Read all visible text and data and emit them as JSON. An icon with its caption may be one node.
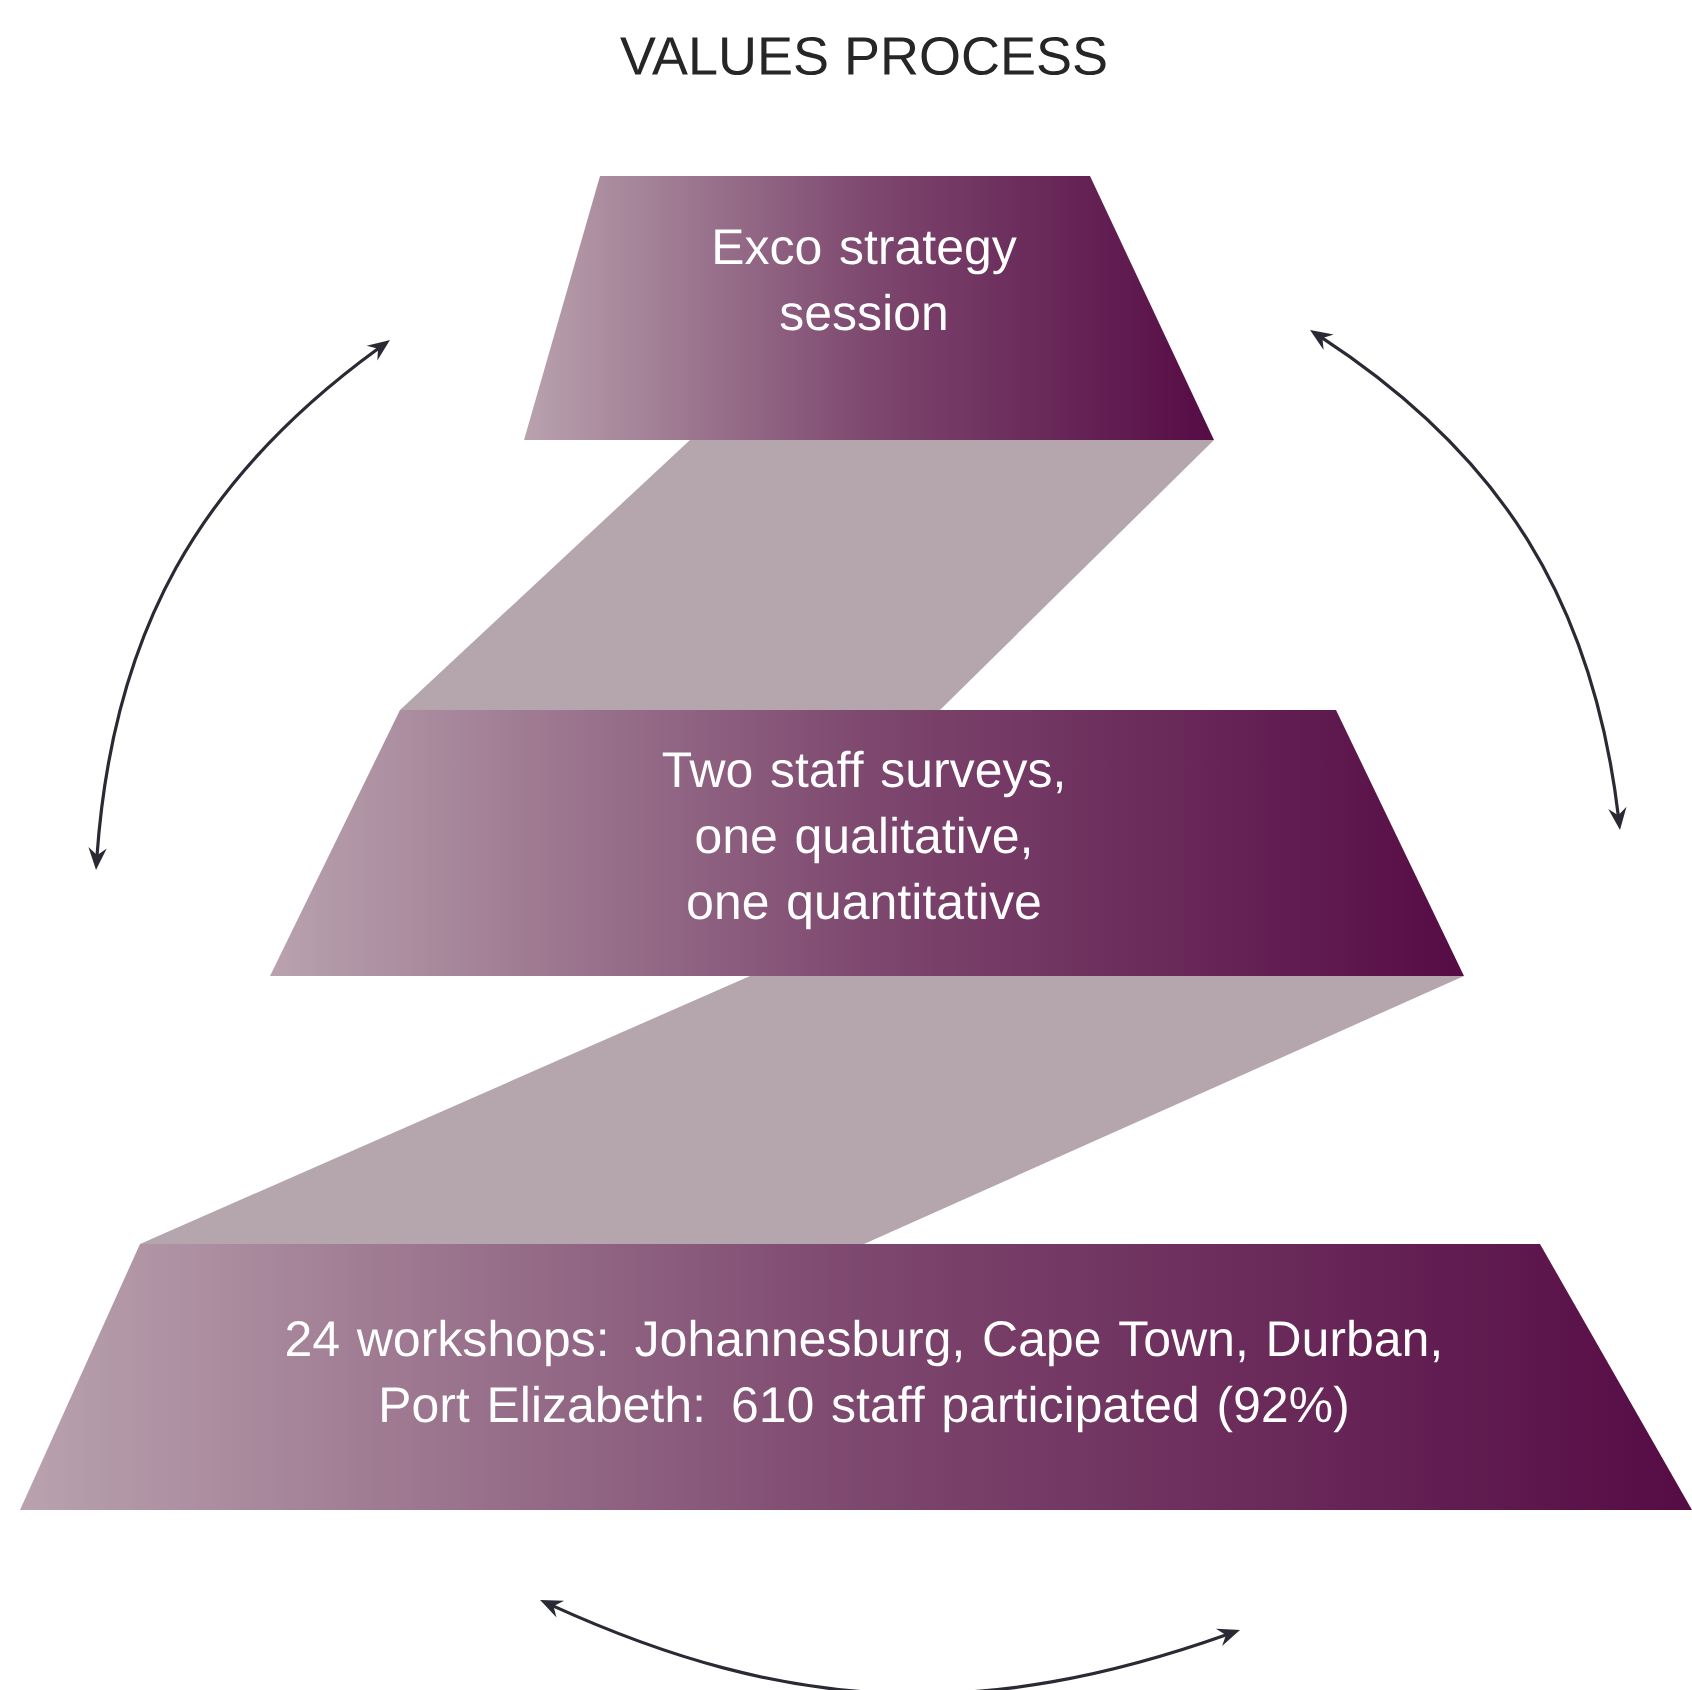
{
  "diagram": {
    "title": "VALUES PROCESS",
    "nodes": [
      {
        "text": [
          "Exco strategy session"
        ]
      },
      {
        "text": [
          "Two staff surveys, one qualitative, one quantitative"
        ]
      },
      {
        "text": [
          "24 workshops: Johannesburg, Cape Town, Durban, Port Elizabeth: 610 staff participated (92%)"
        ]
      }
    ],
    "edges": [
      {
        "from": 0,
        "to": 1,
        "arrow": "none"
      },
      {
        "from": 1,
        "to": 2,
        "arrow": "none"
      }
    ]
  }
}
